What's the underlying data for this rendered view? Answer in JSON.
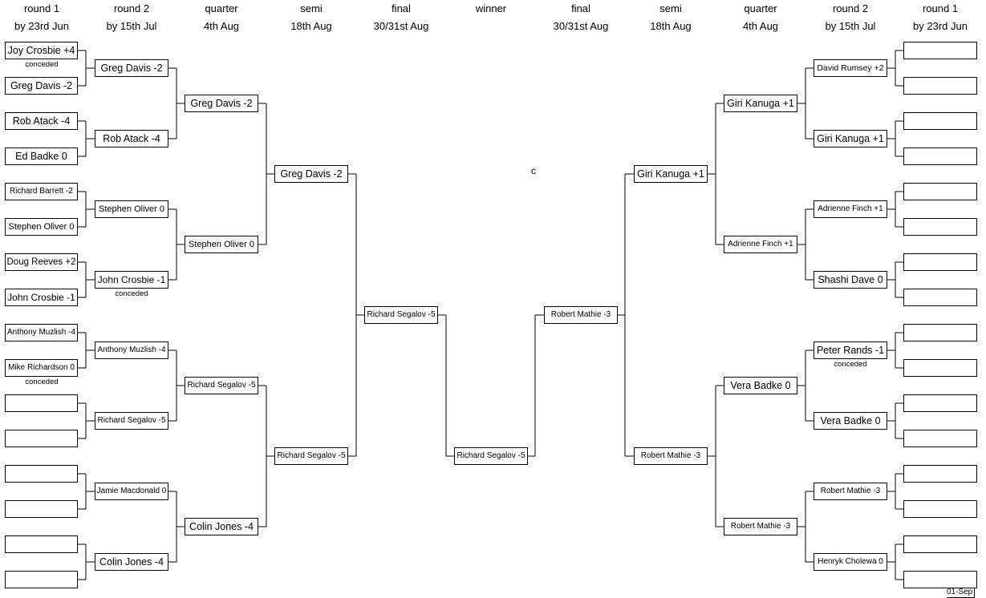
{
  "headers": {
    "left": [
      {
        "title": "round 1",
        "deadline": "by 23rd Jun"
      },
      {
        "title": "round 2",
        "deadline": "by 15th Jul"
      },
      {
        "title": "quarter",
        "deadline": "4th Aug"
      },
      {
        "title": "semi",
        "deadline": "18th Aug"
      },
      {
        "title": "final",
        "deadline": "30/31st Aug"
      }
    ],
    "winner": {
      "title": "winner"
    },
    "right": [
      {
        "title": "final",
        "deadline": "30/31st Aug"
      },
      {
        "title": "semi",
        "deadline": "18th Aug"
      },
      {
        "title": "quarter",
        "deadline": "4th Aug"
      },
      {
        "title": "round 2",
        "deadline": "by 15th Jul"
      },
      {
        "title": "round 1",
        "deadline": "by 23rd Jun"
      }
    ]
  },
  "left": {
    "round1": [
      "Joy Crosbie +4",
      "Greg Davis -2",
      "Rob Atack -4",
      "Ed Badke 0",
      "Richard Barrett -2",
      "Stephen Oliver 0",
      "Doug Reeves +2",
      "John Crosbie -1",
      "Anthony Muzlish -4",
      "Mike Richardson 0",
      "",
      "",
      "",
      "",
      "",
      ""
    ],
    "round2": [
      "Greg Davis -2",
      "Rob Atack -4",
      "Stephen Oliver 0",
      "John Crosbie -1",
      "Anthony Muzlish -4",
      "Richard Segalov -5",
      "Jamie Macdonald 0",
      "Colin Jones -4"
    ],
    "quarter": [
      "Greg Davis -2",
      "Stephen Oliver 0",
      "Richard Segalov -5",
      "Colin Jones -4"
    ],
    "semi": [
      "Greg Davis -2",
      "Richard Segalov -5"
    ],
    "final": "Richard Segalov -5"
  },
  "winner": "Richard Segalov -5",
  "right": {
    "final": "Robert Mathie -3",
    "semi": [
      "Giri Kanuga +1",
      "Robert Mathie -3"
    ],
    "quarter": [
      "Giri Kanuga +1",
      "Adrienne Finch +1",
      "Vera Badke 0",
      "Robert Mathie -3"
    ],
    "round2": [
      "David Rumsey +2",
      "Giri Kanuga +1",
      "Adrienne Finch +1",
      "Shashi Dave 0",
      "Peter Rands -1",
      "Vera Badke 0",
      "Robert Mathie -3",
      "Henryk Cholewa 0"
    ],
    "round1": [
      "",
      "",
      "",
      "",
      "",
      "",
      "",
      "",
      "",
      "",
      "",
      "",
      "",
      "",
      "",
      ""
    ]
  },
  "notes": {
    "conceded": "conceded"
  },
  "stray_mark": "c",
  "footer_date": "01-Sep"
}
